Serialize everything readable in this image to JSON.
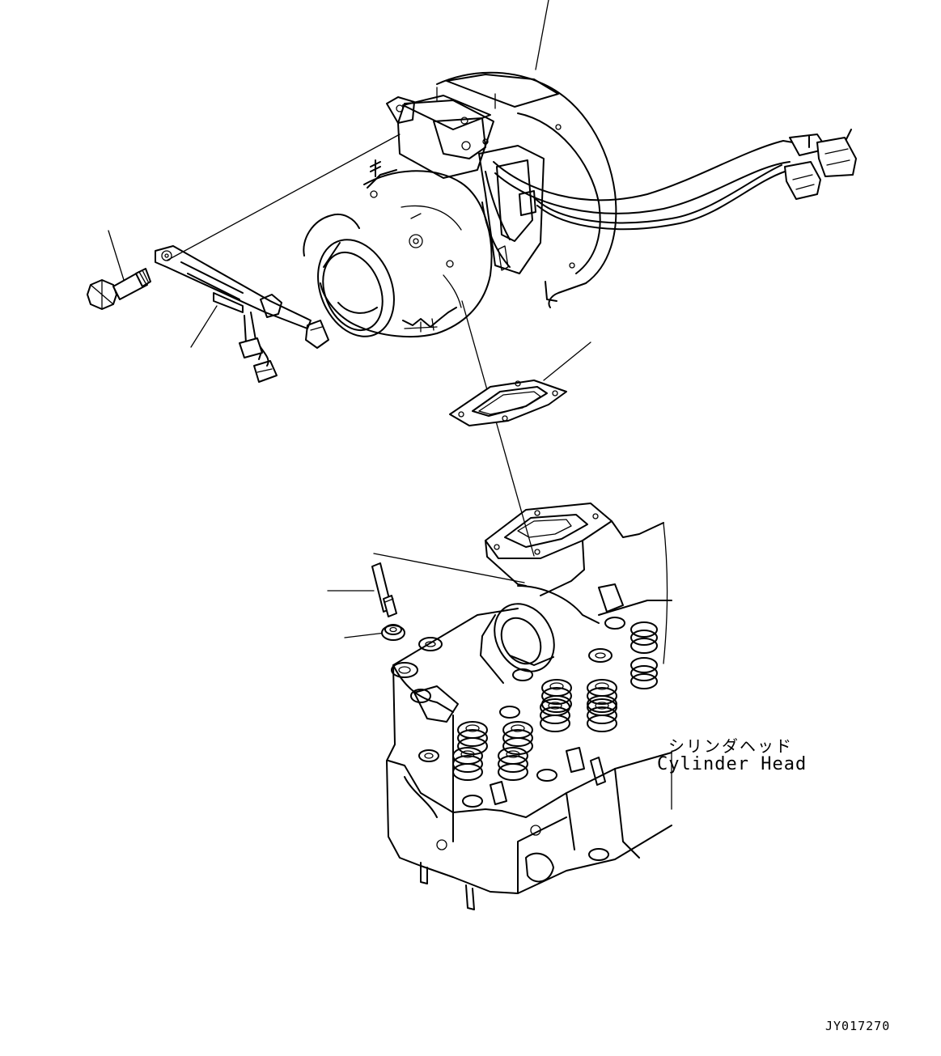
{
  "drawing": {
    "component_label_jp": "シリンダヘッド",
    "component_label_en": "Cylinder Head",
    "drawing_number": "JY017270"
  },
  "colors": {
    "line": "#000000",
    "background": "#ffffff"
  }
}
